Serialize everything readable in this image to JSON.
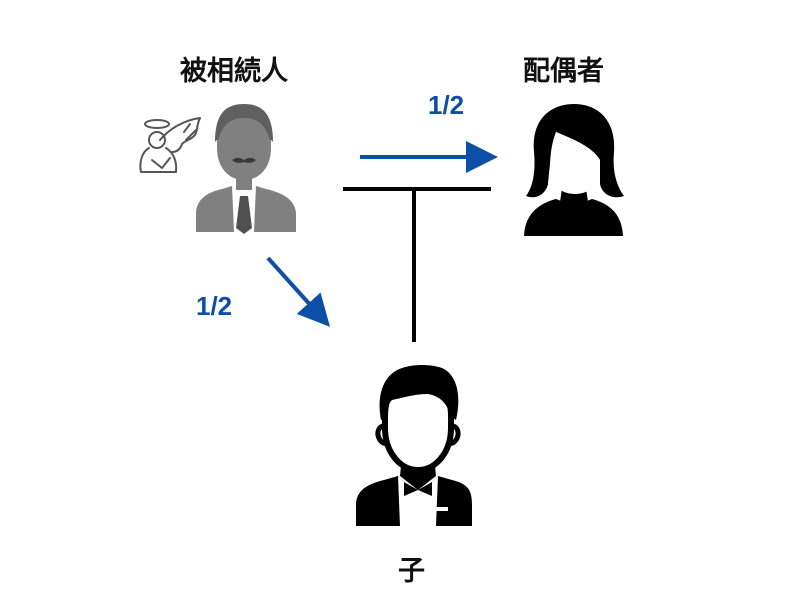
{
  "labels": {
    "deceased": "被相続人",
    "spouse": "配偶者",
    "child": "子"
  },
  "shares": {
    "spouse": "1/2",
    "child": "1/2"
  },
  "icons": {
    "deceased": "man-silhouette-icon",
    "angel": "angel-icon",
    "spouse": "woman-silhouette-icon",
    "child": "man-tuxedo-icon"
  },
  "colors": {
    "arrow": "#0d4ea6",
    "deceased_figure": "#808080",
    "figure": "#000000",
    "line": "#000000"
  }
}
